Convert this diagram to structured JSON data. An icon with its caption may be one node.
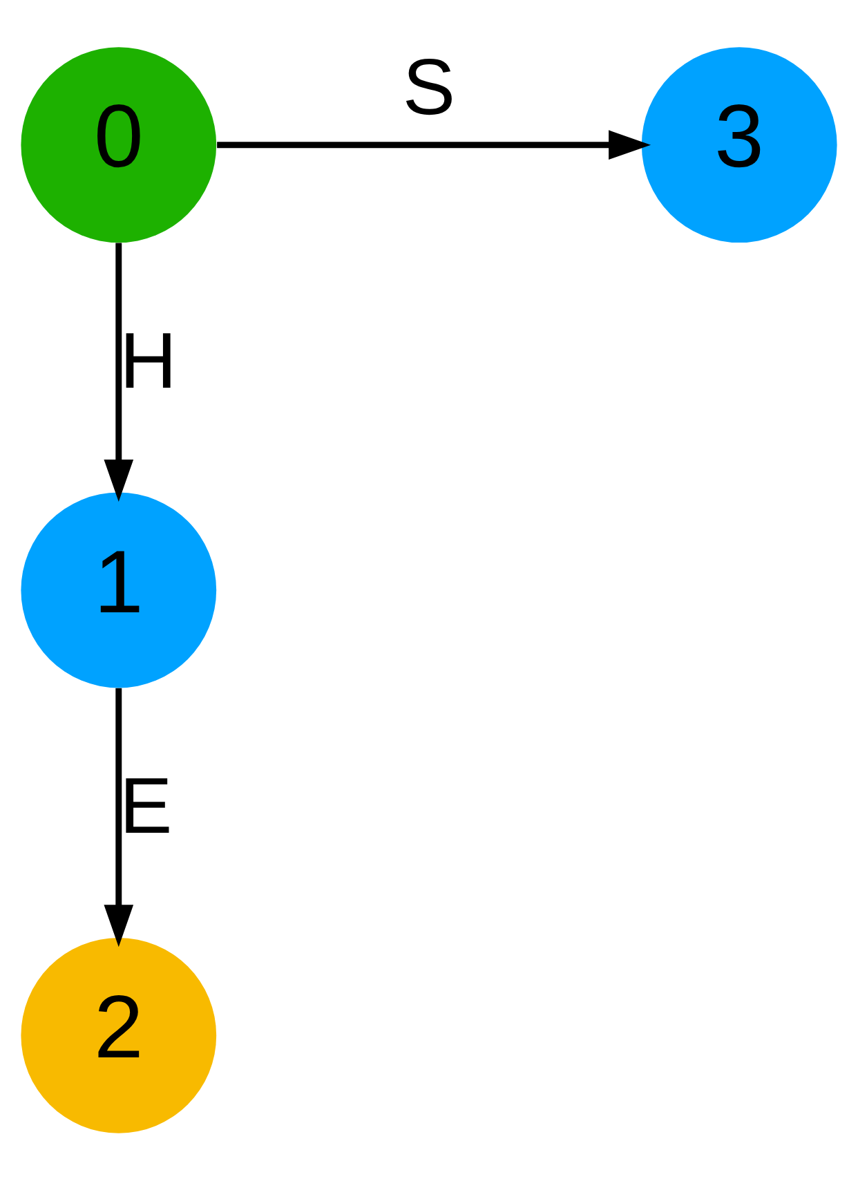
{
  "diagram": {
    "nodes": [
      {
        "text": [
          "0"
        ]
      },
      {
        "text": [
          "1"
        ]
      },
      {
        "text": [
          "2"
        ]
      },
      {
        "text": [
          "3"
        ]
      }
    ],
    "edges": [
      {
        "from": 0,
        "to": 3,
        "arrow": "to",
        "label": "S"
      },
      {
        "from": 0,
        "to": 1,
        "arrow": "to",
        "label": "H"
      },
      {
        "from": 1,
        "to": 2,
        "arrow": "to",
        "label": "E"
      }
    ]
  }
}
